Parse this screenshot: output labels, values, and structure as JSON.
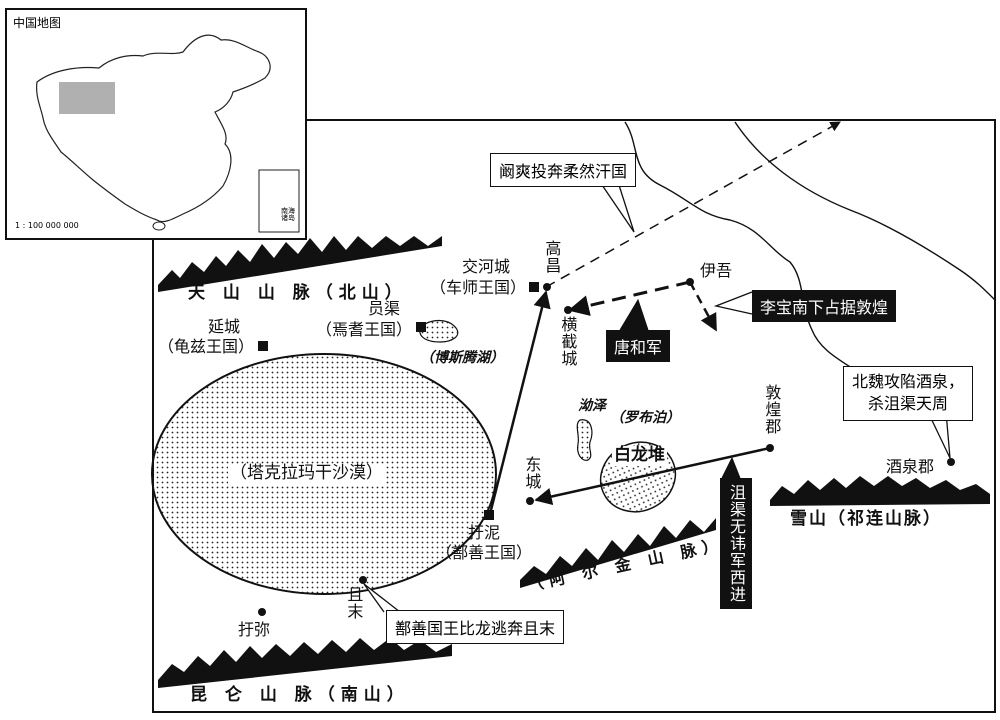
{
  "inset": {
    "title": "中国地图",
    "scale": "1 : 100 000 000",
    "south_sea_label": "南海诸岛"
  },
  "mountains": {
    "tianshan": "天 山 山 脉（北山）",
    "kunlun": "昆 仑 山 脉（南山）",
    "altun": "（阿 尔 金 山 脉）",
    "qilian": "雪山（祁连山脉）"
  },
  "places": {
    "gaochang": "高昌",
    "jiaohe": "交河城",
    "jiaohe_sub": "（车师王国）",
    "yuanqu": "员渠",
    "yuanqu_sub": "（焉耆王国）",
    "bosten": "（博斯腾湖）",
    "yancheng": "延城",
    "yancheng_sub": "（龟兹王国）",
    "hengjie": "横截城",
    "yiwu": "伊吾",
    "puze": "泑泽",
    "lopnur": "（罗布泊）",
    "bailongdui": "白龙堆",
    "dunhuang": "敦煌郡",
    "jiuquan": "酒泉郡",
    "dongcheng": "东城",
    "yuni": "扜泥",
    "yuni_sub": "（鄯善王国）",
    "qiemo": "且末",
    "yumi": "扜弥",
    "taklamakan": "（塔克拉玛干沙漠）"
  },
  "annotations": {
    "kan_shuang": "阚爽投奔柔然汗国",
    "li_bao": "李宝南下占据敦煌",
    "tang_he": "唐和军",
    "northern_wei": [
      "北魏攻陷酒泉，",
      "杀沮渠天周"
    ],
    "juqu_wuhui": "沮渠无讳军西进",
    "shanshan_king": "鄯善国王比龙逃奔且末"
  }
}
